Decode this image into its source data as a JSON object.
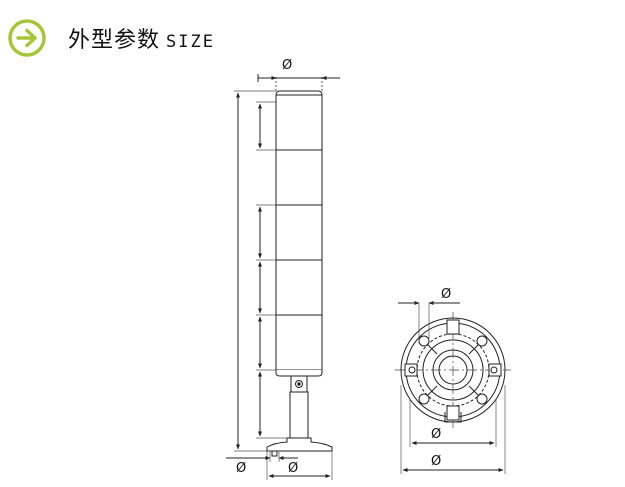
{
  "header": {
    "title_cn": "外型参数",
    "title_en": "SIZE",
    "accent_color": "#a6c63a",
    "icon": "arrow-right-circle-icon"
  },
  "drawing": {
    "dim_symbol": "Ø",
    "labels": {
      "top_diameter": "Ø",
      "base_left_diameter": "Ø",
      "base_right_diameter": "Ø",
      "hole_diameter": "Ø",
      "bolt_circle_diameter": "Ø",
      "outer_diameter": "Ø"
    }
  }
}
